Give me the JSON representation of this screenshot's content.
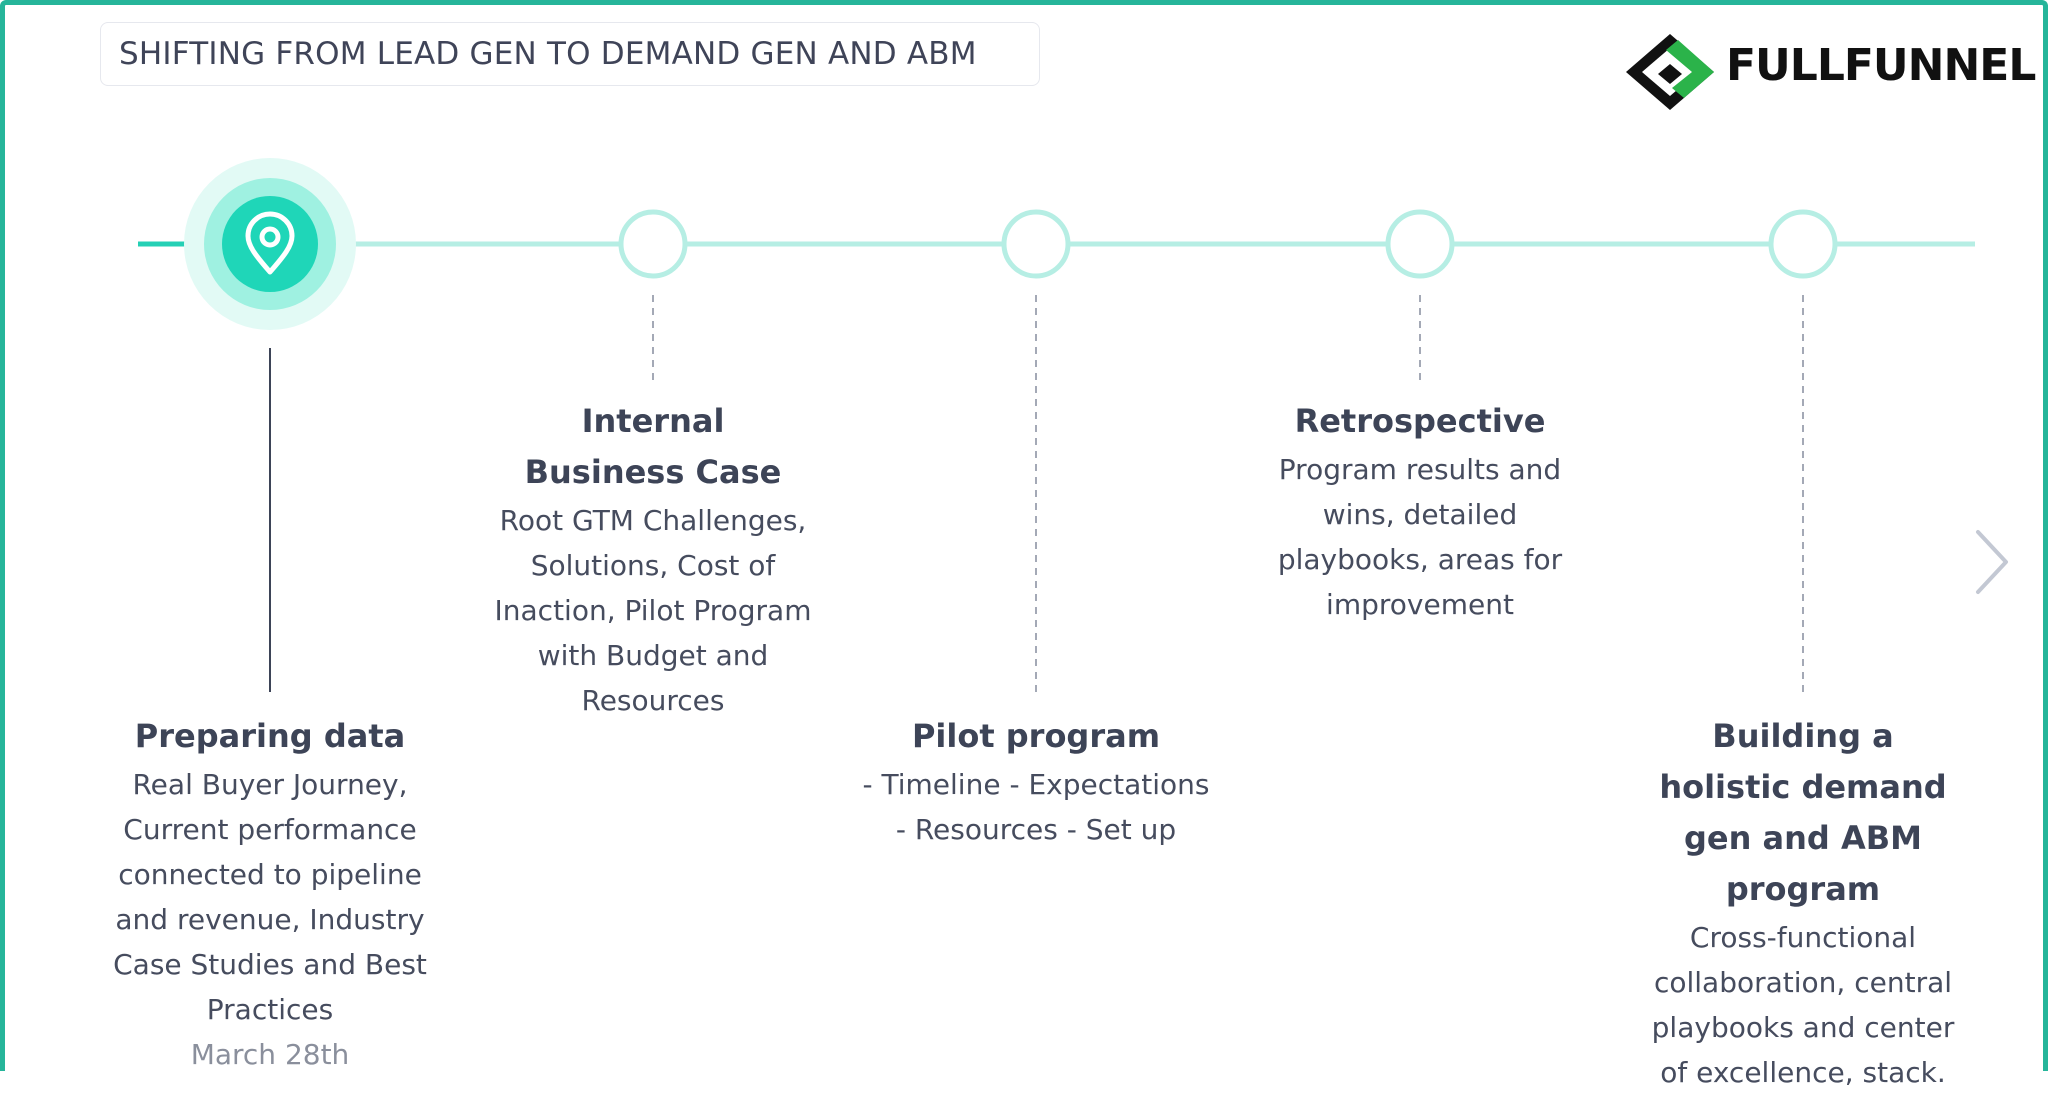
{
  "header": {
    "title": "SHIFTING FROM LEAD GEN TO DEMAND GEN AND ABM"
  },
  "logo": {
    "text": "FULLFUNNEL",
    "icon": "fullfunnel-diamond-logo"
  },
  "colors": {
    "frame": "#26b59a",
    "accent": "#1fd6b8",
    "line": "#b6eee4",
    "text": "#3d4457"
  },
  "steps": [
    {
      "title": "Preparing data",
      "description": "Real Buyer Journey, Current performance connected to pipeline and revenue, Industry Case Studies and Best Practices",
      "date": "March 28th",
      "active": true,
      "icon": "location-pin-icon"
    },
    {
      "title": "Internal Business Case",
      "description": "Root GTM Challenges, Solutions, Cost of Inaction, Pilot Program with Budget and Resources",
      "active": false
    },
    {
      "title": "Pilot program",
      "description": "- Timeline - Expectations - Resources - Set up",
      "active": false
    },
    {
      "title": "Retrospective",
      "description": "Program results and wins, detailed playbooks, areas for improvement",
      "active": false
    },
    {
      "title": "Building a holistic demand gen and ABM program",
      "description": "Cross-functional collaboration, central playbooks and center of excellence, stack.",
      "active": false
    }
  ],
  "navigation": {
    "next_icon": "chevron-right-icon"
  }
}
